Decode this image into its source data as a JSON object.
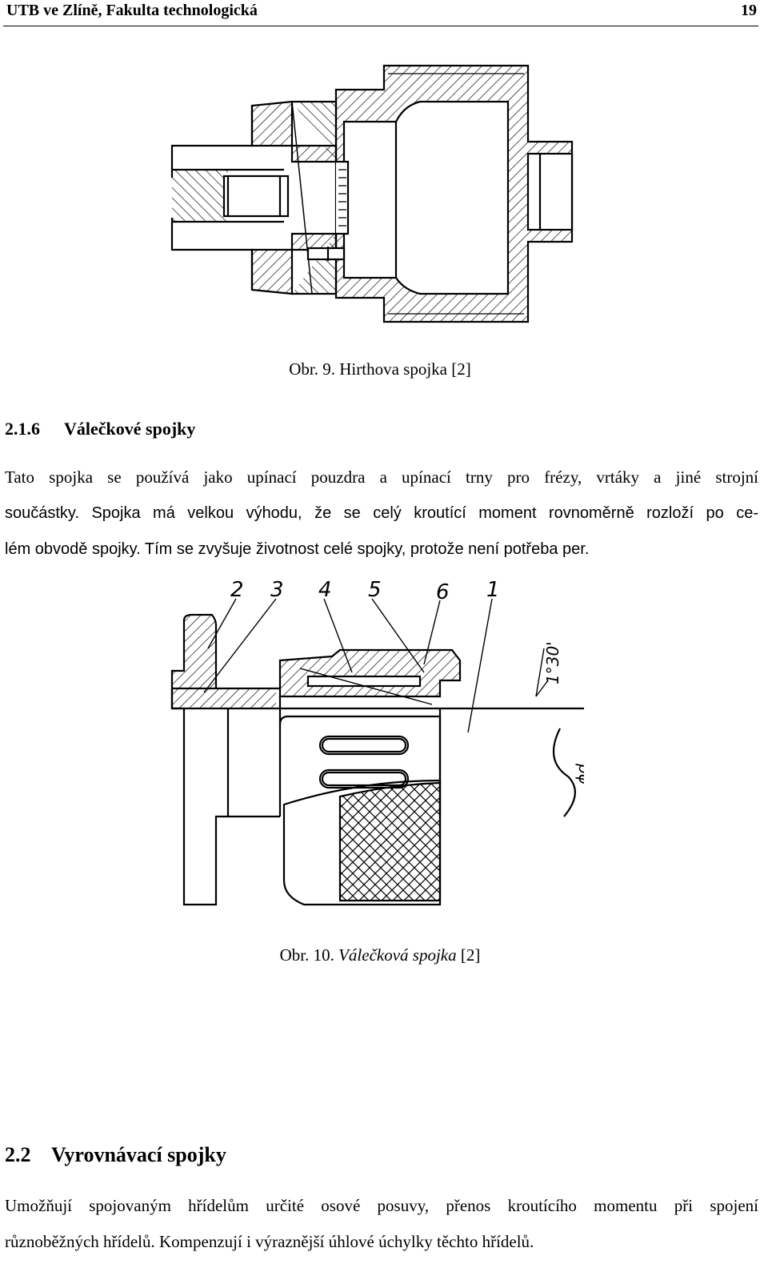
{
  "header": {
    "title": "UTB ve Zlíně, Fakulta technologická",
    "page_number": "19"
  },
  "figure9": {
    "caption": "Obr. 9. Hirthova spojka [2]"
  },
  "section_216": {
    "number": "2.1.6",
    "title": "Válečkové spojky",
    "lines": [
      "Tato spojka se používá jako upínací pouzdra a upínací trny pro frézy, vrtáky a jiné strojní",
      "součástky. Spojka má velkou výhodu, že se celý kroutící moment rovnoměrně rozloží po ce-",
      "lém obvodě spojky. Tím se zvyšuje životnost celé spojky, protože není potřeba per."
    ]
  },
  "figure10": {
    "labels": [
      "2",
      "3",
      "4",
      "5",
      "6",
      "1"
    ],
    "angle_label": "1°30'",
    "diameter_label": "ϕd",
    "caption_prefix": "Obr. 10.",
    "caption_italic": "Válečková spojka",
    "caption_suffix": "[2]"
  },
  "section_22": {
    "number": "2.2",
    "title": "Vyrovnávací spojky",
    "lines": [
      "Umožňují spojovaným hřídelům určité osové posuvy, přenos kroutícího momentu při spojení",
      "různoběžných hřídelů. Kompenzují i výraznější úhlové úchylky těchto hřídelů."
    ]
  }
}
